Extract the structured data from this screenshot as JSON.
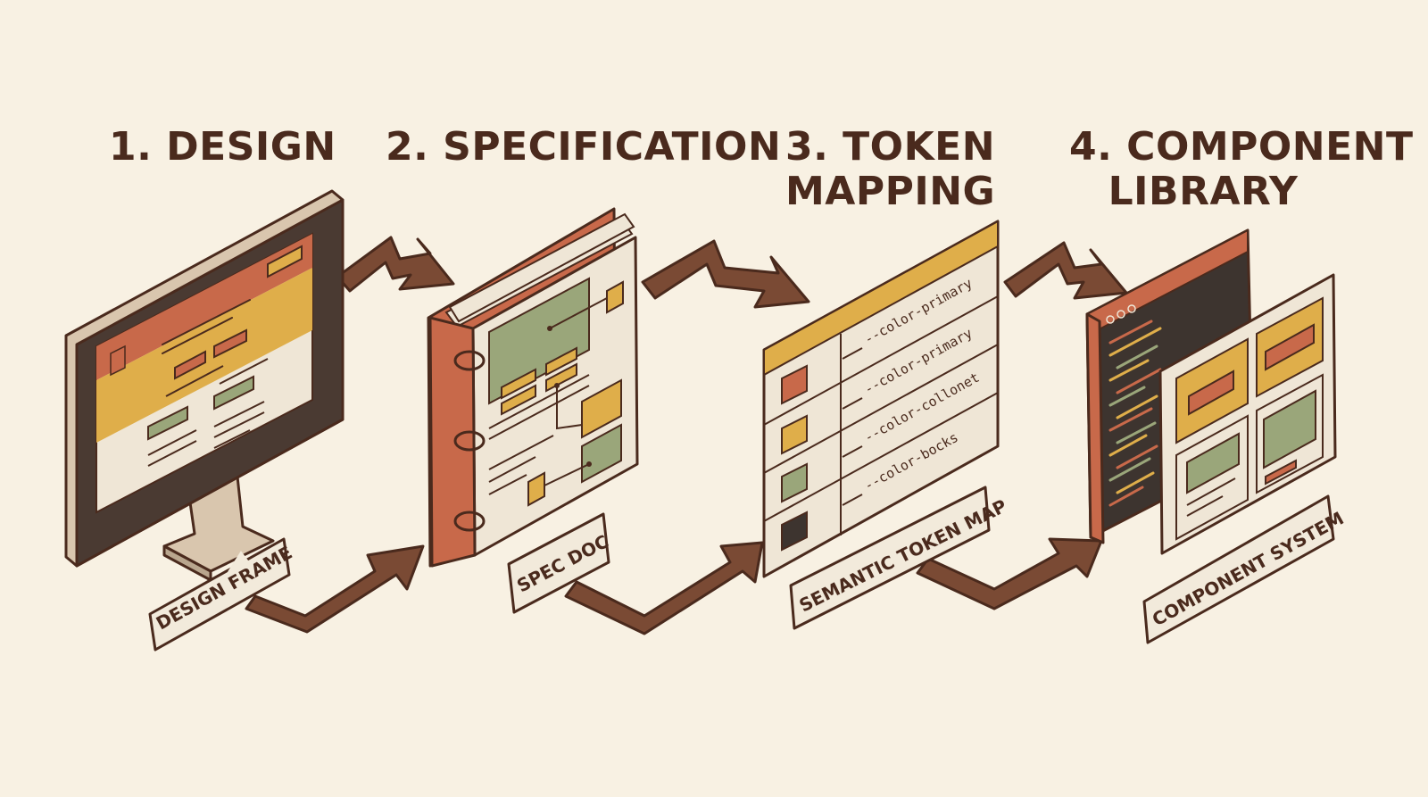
{
  "steps": [
    {
      "title_line1": "1. DESIGN",
      "title_line2": "",
      "caption": "DESIGN FRAME"
    },
    {
      "title_line1": "2. SPECIFICATION",
      "title_line2": "",
      "caption": "SPEC DOC"
    },
    {
      "title_line1": "3. TOKEN",
      "title_line2": "MAPPING",
      "caption": "SEMANTIC TOKEN MAP"
    },
    {
      "title_line1": "4. COMPONENT",
      "title_line2": "LIBRARY",
      "caption": "COMPONENT SYSTEM"
    }
  ],
  "tokens": [
    "--color-primary",
    "--color-primary",
    "--color-collonet",
    "--color-bocks"
  ],
  "colors": {
    "background": "#f8f1e3",
    "ink": "#4a2a1d",
    "arrow": "#7a4a34",
    "terracotta": "#c8694a",
    "mustard": "#dfae4a",
    "sage": "#9aa67a",
    "paper": "#efe6d6",
    "dark": "#3d342f"
  }
}
